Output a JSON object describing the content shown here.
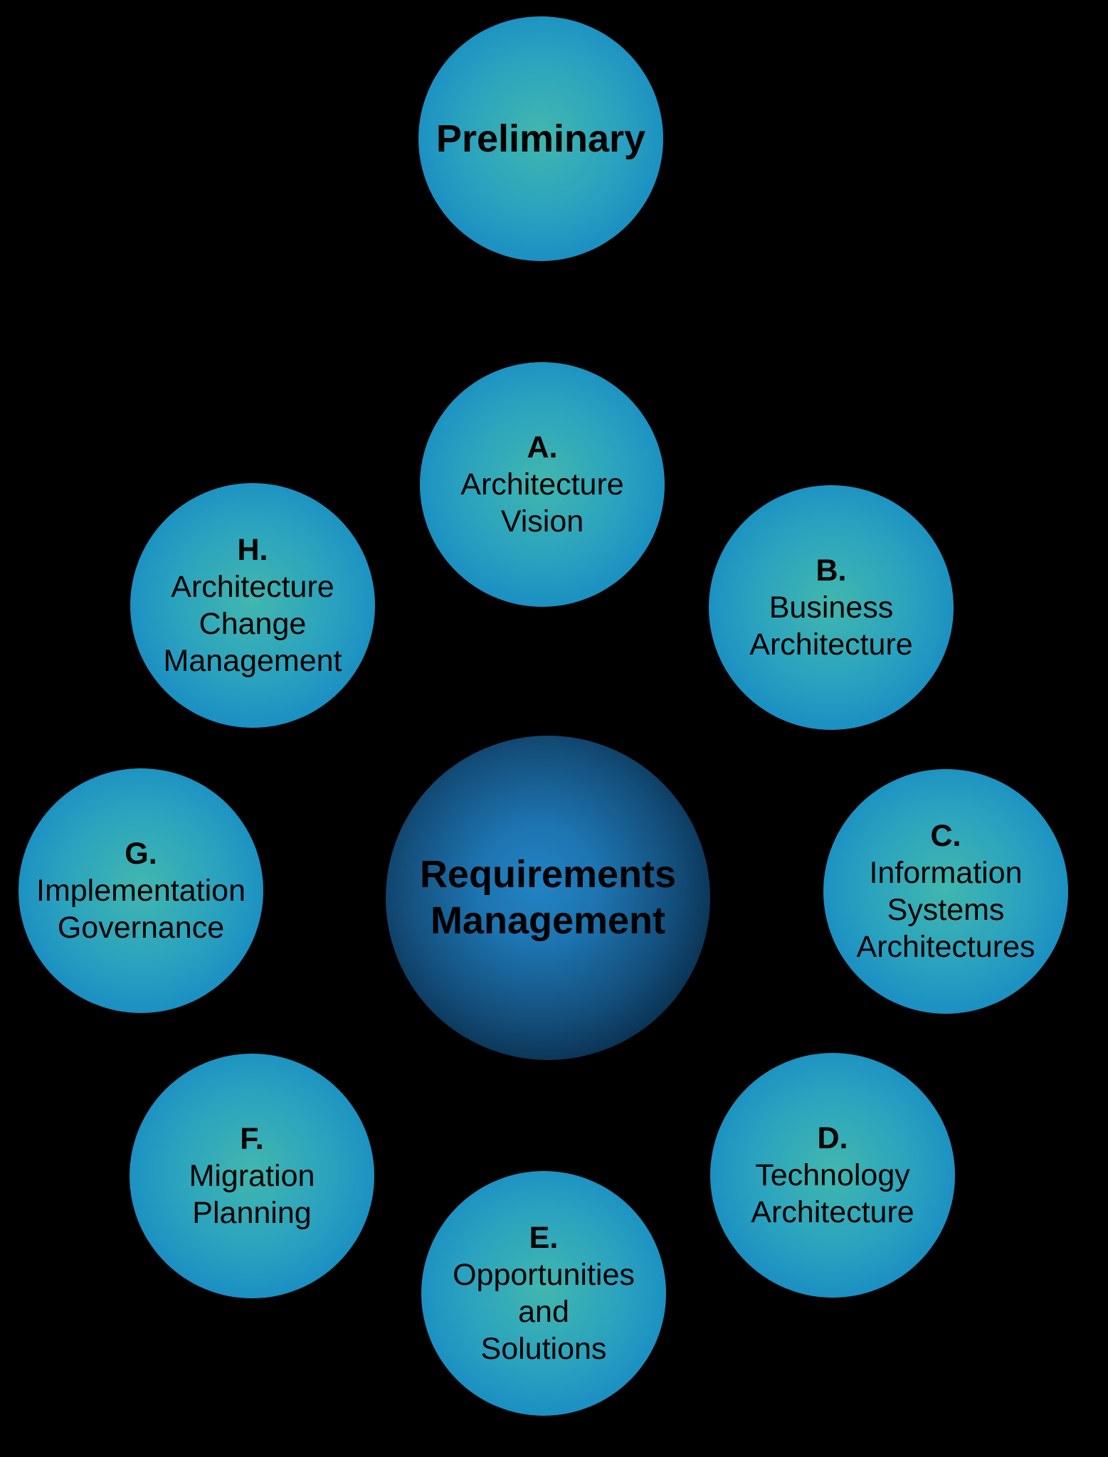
{
  "colors": {
    "background": "#000000",
    "text": "#000000",
    "outer_center": "#41b7ae",
    "outer_mid": "#2aa2bf",
    "outer_edge": "#0e80c6",
    "hub_center": "#2383c4",
    "hub_edge": "#02101d"
  },
  "hub": {
    "line1": "Requirements",
    "line2": "Management"
  },
  "phases": {
    "preliminary": {
      "title": "Preliminary"
    },
    "a": {
      "letter": "A.",
      "line1": "Architecture",
      "line2": "Vision"
    },
    "b": {
      "letter": "B.",
      "line1": "Business",
      "line2": "Architecture"
    },
    "c": {
      "letter": "C.",
      "line1": "Information",
      "line2": "Systems",
      "line3": "Architectures"
    },
    "d": {
      "letter": "D.",
      "line1": "Technology",
      "line2": "Architecture"
    },
    "e": {
      "letter": "E.",
      "line1": "Opportunities",
      "line2": "and",
      "line3": "Solutions"
    },
    "f": {
      "letter": "F.",
      "line1": "Migration",
      "line2": "Planning"
    },
    "g": {
      "letter": "G.",
      "line1": "Implementation",
      "line2": "Governance"
    },
    "h": {
      "letter": "H.",
      "line1": "Architecture",
      "line2": "Change",
      "line3": "Management"
    }
  }
}
